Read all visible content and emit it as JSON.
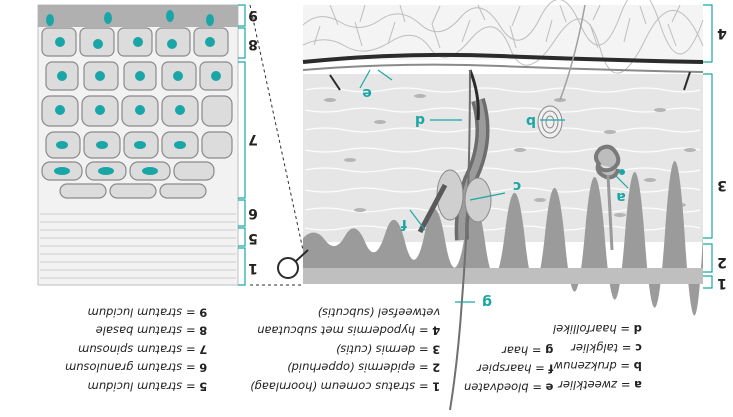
{
  "colors": {
    "teal": "#1aa6a6",
    "hypodermis": "#f4f4f4",
    "dermis": "#e6e6e6",
    "epidermis": "#9b9b9b",
    "dark_line": "#2b2b2b"
  },
  "markers": {
    "a": "a",
    "b": "b",
    "c": "c",
    "d": "d",
    "e": "e",
    "f": "f",
    "g": "g"
  },
  "layer_numbers": {
    "n1": "1",
    "n2": "2",
    "n3": "3",
    "n4": "4",
    "n5": "5",
    "n6": "6",
    "n7": "7",
    "n8": "8",
    "n9": "9"
  },
  "legend": {
    "col1": [
      {
        "key": "a",
        "text": "zweetklier"
      },
      {
        "key": "b",
        "text": "drukzenuw"
      },
      {
        "key": "c",
        "text": "talgklier"
      },
      {
        "key": "d",
        "text": "haarfollikel"
      }
    ],
    "col2": [
      {
        "key": "e",
        "text": "bloedvaten"
      },
      {
        "key": "f",
        "text": "haarspier"
      },
      {
        "key": "g",
        "text": "haar"
      }
    ],
    "col3": [
      {
        "key": "1",
        "text": "stratus corneum (hoornlaag)"
      },
      {
        "key": "2",
        "text": "epidermis (opperhuid)"
      },
      {
        "key": "3",
        "text": "dermis (cutis)"
      },
      {
        "key": "4",
        "text": "hypodermis met subcutaan"
      },
      {
        "key": "",
        "text": "vetweefsel (subcutis)"
      }
    ],
    "col4": [
      {
        "key": "5",
        "text": "stratum lucidum"
      },
      {
        "key": "6",
        "text": "stratum granulosum"
      },
      {
        "key": "7",
        "text": "stratum spinosum"
      },
      {
        "key": "8",
        "text": "stratum basale"
      },
      {
        "key": "9",
        "text": "stratum lucidum"
      }
    ]
  }
}
